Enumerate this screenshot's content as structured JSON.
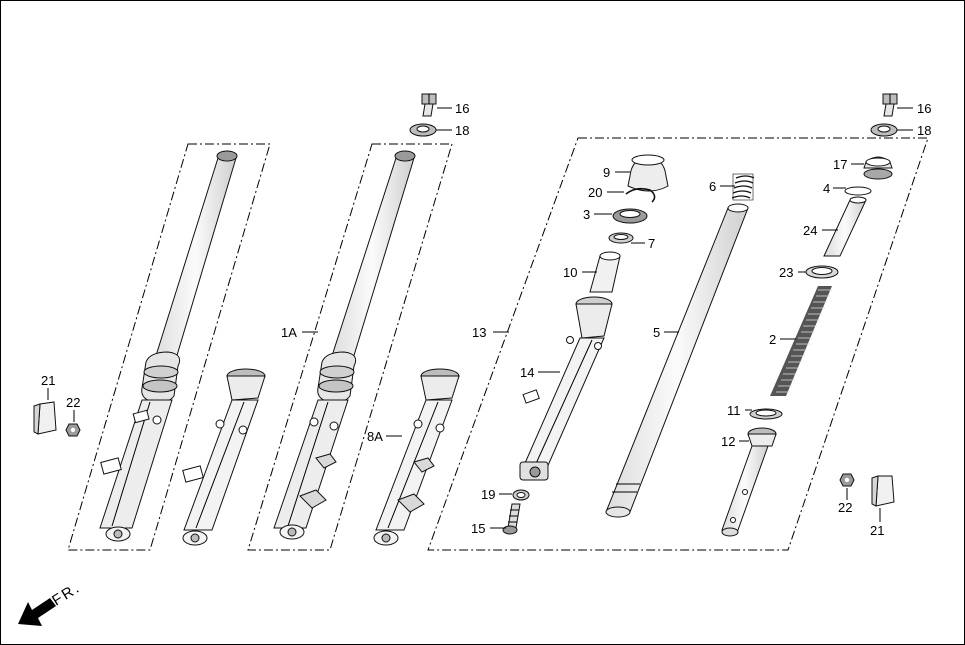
{
  "colors": {
    "outline": "#111111",
    "light": "#f2f2f2",
    "mid": "#cfcfcf",
    "dark": "#555555"
  },
  "labels": {
    "c1A": "1A",
    "c2": "2",
    "c3": "3",
    "c4": "4",
    "c5": "5",
    "c6": "6",
    "c7": "7",
    "c8A": "8A",
    "c9": "9",
    "c10": "10",
    "c11": "11",
    "c12": "12",
    "c13": "13",
    "c14": "14",
    "c15": "15",
    "c16a": "16",
    "c16b": "16",
    "c17": "17",
    "c18a": "18",
    "c18b": "18",
    "c19": "19",
    "c20": "20",
    "c21a": "21",
    "c21b": "21",
    "c22a": "22",
    "c22b": "22",
    "c23": "23",
    "c24": "24"
  },
  "direction": {
    "text": "FR.",
    "icon": "arrow-down-left-icon"
  }
}
